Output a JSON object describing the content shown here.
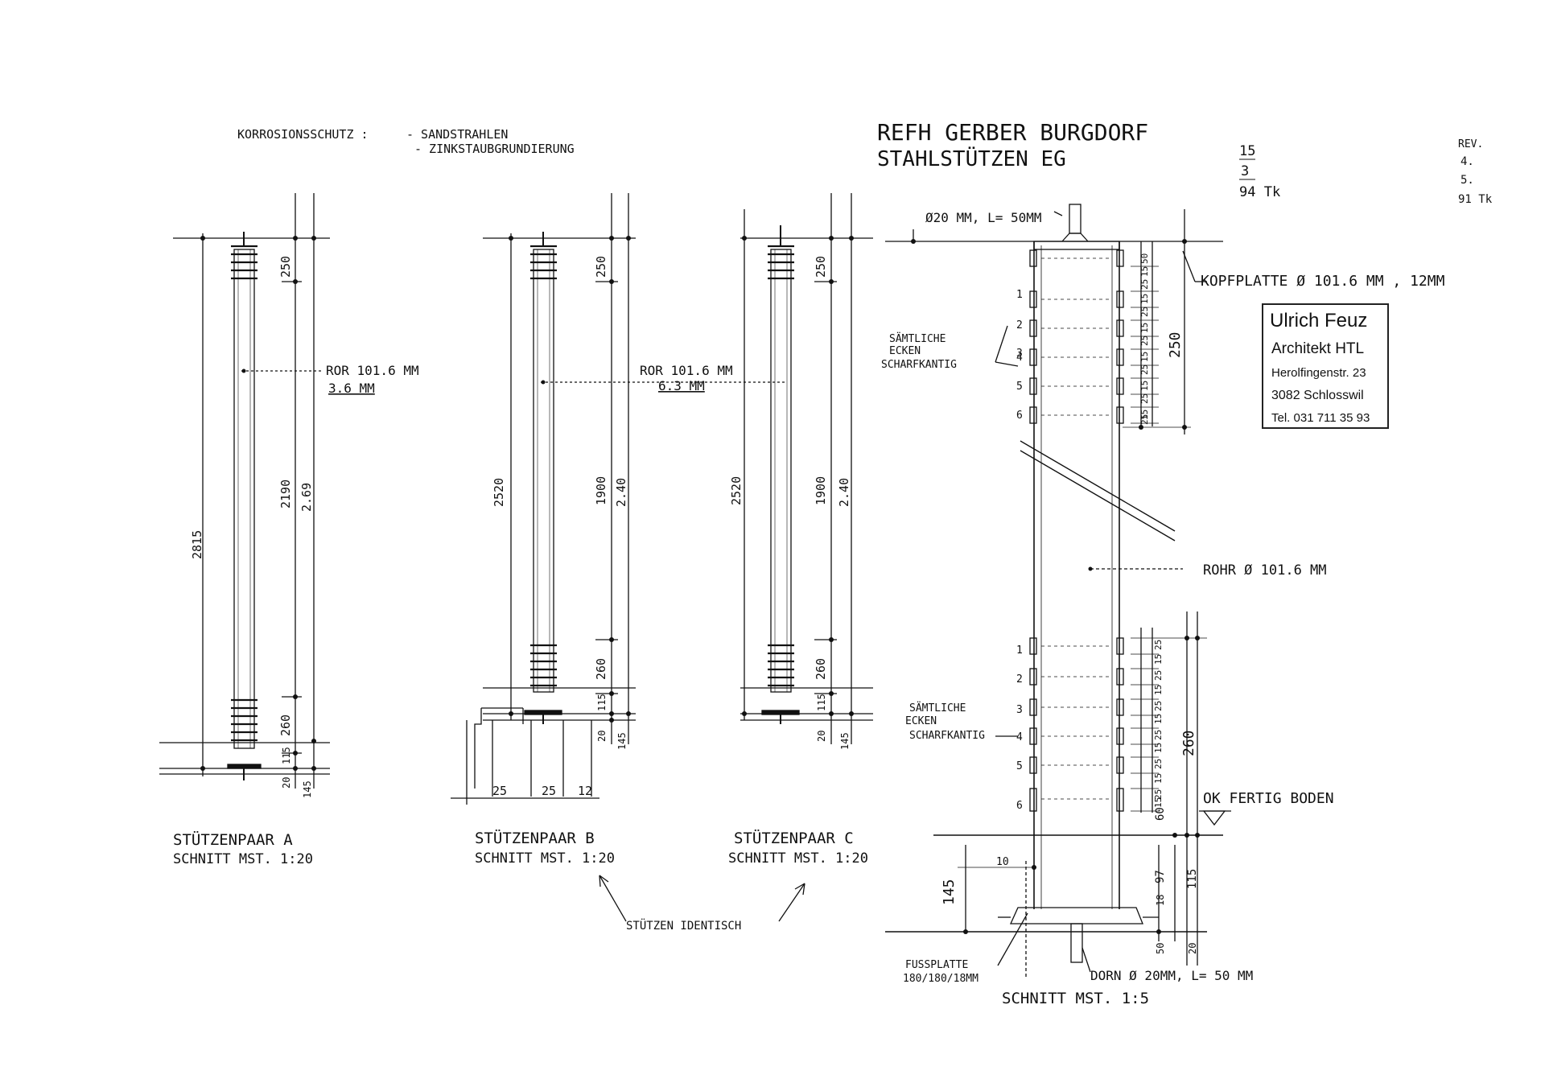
{
  "notes": {
    "corrosion_label": "KORROSIONSSCHUTZ :",
    "corrosion_item_1": "- SANDSTRAHLEN",
    "corrosion_item_2": "- ZINKSTAUBGRUNDIERUNG"
  },
  "title": {
    "line1": "REFH GERBER BURGDORF",
    "line2": "STAHLSTÜTZEN  EG",
    "date_day": "15",
    "date_month": "3",
    "date_year": "94 Tk"
  },
  "revision": {
    "label": "REV.",
    "r1": "4.",
    "r2": "5.",
    "r3": "91 Tk"
  },
  "stamp": {
    "name": "Ulrich Feuz",
    "profession": "Architekt HTL",
    "street": "Herolfingenstr. 23",
    "city": "3082 Schlosswil",
    "phone": "Tel. 031 711 35 93"
  },
  "column_a": {
    "pipe_line1": "ROR 101.6 MM",
    "pipe_line2": "3.6 MM",
    "dim_total": "2815",
    "dim_top": "250",
    "dim_mid": "2190",
    "dim_bottom": "260",
    "dim_115": "115",
    "dim_20": "20",
    "dim_145": "145",
    "dim_level": "2.69",
    "caption1": "STÜTZENPAAR  A",
    "caption2": "SCHNITT MST. 1:20"
  },
  "column_b": {
    "pipe_line1": "ROR 101.6 MM",
    "pipe_line2": "6.3 MM",
    "dim_total": "2520",
    "dim_top": "250",
    "dim_mid": "1900",
    "dim_bottom": "260",
    "dim_115": "115",
    "dim_20": "20",
    "dim_145": "145",
    "dim_level": "2.40",
    "base_25a": "25",
    "base_25b": "25",
    "base_12": "12",
    "caption1": "STÜTZENPAAR  B",
    "caption2": "SCHNITT MST. 1:20"
  },
  "column_c": {
    "dim_total": "2520",
    "dim_top": "250",
    "dim_mid": "1900",
    "dim_bottom": "260",
    "dim_115": "115",
    "dim_20": "20",
    "dim_145": "145",
    "dim_level": "2.40",
    "caption1": "STÜTZENPAAR  C",
    "caption2": "SCHNITT MST. 1:20"
  },
  "identical_note": "STÜTZEN IDENTISCH",
  "detail": {
    "pin_top": "Ø20 MM, L= 50MM",
    "head_plate": "KOPFPLATTE Ø 101.6 MM , 12MM",
    "corners_top_1": "SÄMTLICHE",
    "corners_top_2": "ECKEN",
    "corners_top_3": "SCHARFKANTIG",
    "corners_bot_1": "SÄMTLICHE",
    "corners_bot_2": "ECKEN",
    "corners_bot_3": "SCHARFKANTIG",
    "pipe": "ROHR Ø 101.6 MM",
    "floor": "OK FERTIG BODEN",
    "foot_plate_1": "FUSSPLATTE",
    "foot_plate_2": "180/180/18MM",
    "pin_bottom": "DORN Ø 20MM, L= 50 MM",
    "caption": "SCHNITT MST. 1:5",
    "top_ribs": [
      "1",
      "2",
      "3",
      "4",
      "5",
      "6"
    ],
    "bottom_ribs": [
      "1",
      "2",
      "3",
      "4",
      "5",
      "6"
    ],
    "top_dims": [
      "50",
      "15",
      "25",
      "15",
      "25",
      "15",
      "25",
      "15",
      "25",
      "15",
      "25",
      "15",
      "25"
    ],
    "top_total": "250",
    "bottom_dims": [
      "25",
      "15",
      "25",
      "15",
      "25",
      "15",
      "25",
      "15",
      "25",
      "15",
      "25",
      "15"
    ],
    "bottom_total": "260",
    "dim_60": "60",
    "dim_97": "97",
    "dim_18": "18",
    "dim_115": "115",
    "dim_50": "50",
    "dim_20": "20",
    "dim_145": "145",
    "dim_10": "10"
  }
}
